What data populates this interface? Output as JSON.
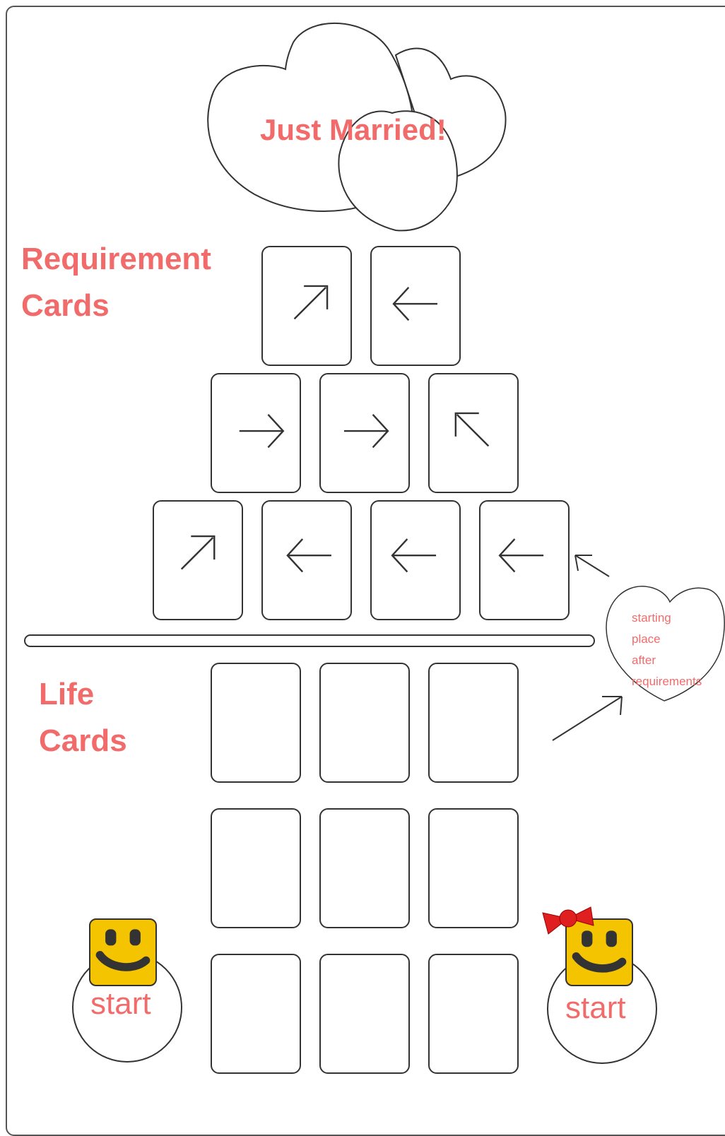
{
  "title": "Just Married!",
  "labels": {
    "requirement_line1": "Requirement",
    "requirement_line2": "Cards",
    "life_line1": "Life",
    "life_line2": "Cards"
  },
  "start_labels": [
    "start",
    "start"
  ],
  "note_lines": [
    "starting",
    "place",
    "after",
    "requirements"
  ],
  "requirement_cards": {
    "row1": [
      "arrow-up-right-icon",
      "arrow-left-icon"
    ],
    "row2": [
      "arrow-right-icon",
      "arrow-right-icon",
      "arrow-up-left-icon"
    ],
    "row3": [
      "arrow-up-right-icon",
      "arrow-left-icon",
      "arrow-left-icon",
      "arrow-left-icon"
    ]
  },
  "life_cards_rows": 3,
  "life_cards_cols": 3,
  "colors": {
    "accent_text": "#f26b6b",
    "face": "#f5c400",
    "bow": "#e02020",
    "outline": "#333333"
  }
}
